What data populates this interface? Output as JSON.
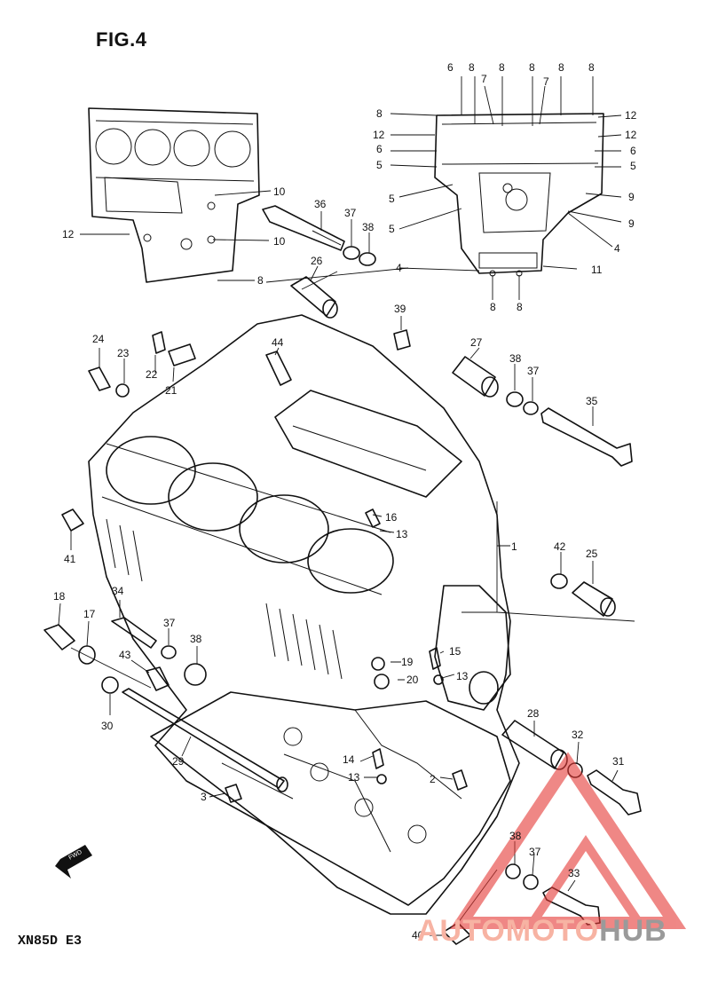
{
  "figure": {
    "title": "FIG.4",
    "model_code": "XN85D  E3",
    "fwd_label": "FWD"
  },
  "watermark": {
    "text_a": "AUTOMOTO",
    "text_b": "HUB",
    "color_a": "#f7b3a3",
    "color_b": "#9a9a9a",
    "logo_color": "#e53935"
  },
  "callouts": [
    {
      "id": "c1",
      "text": "1"
    },
    {
      "id": "c2",
      "text": "2"
    },
    {
      "id": "c3",
      "text": "3"
    },
    {
      "id": "c4a",
      "text": "4"
    },
    {
      "id": "c4b",
      "text": "4"
    },
    {
      "id": "c5a",
      "text": "5"
    },
    {
      "id": "c5b",
      "text": "5"
    },
    {
      "id": "c5c",
      "text": "5"
    },
    {
      "id": "c5d",
      "text": "5"
    },
    {
      "id": "c6a",
      "text": "6"
    },
    {
      "id": "c6b",
      "text": "6"
    },
    {
      "id": "c6c",
      "text": "6"
    },
    {
      "id": "c7a",
      "text": "7"
    },
    {
      "id": "c7b",
      "text": "7"
    },
    {
      "id": "c8a",
      "text": "8"
    },
    {
      "id": "c8b",
      "text": "8"
    },
    {
      "id": "c8c",
      "text": "8"
    },
    {
      "id": "c8d",
      "text": "8"
    },
    {
      "id": "c8e",
      "text": "8"
    },
    {
      "id": "c8f",
      "text": "8"
    },
    {
      "id": "c8g",
      "text": "8"
    },
    {
      "id": "c8h",
      "text": "8"
    },
    {
      "id": "c8i",
      "text": "8"
    },
    {
      "id": "c9a",
      "text": "9"
    },
    {
      "id": "c9b",
      "text": "9"
    },
    {
      "id": "c10a",
      "text": "10"
    },
    {
      "id": "c10b",
      "text": "10"
    },
    {
      "id": "c11",
      "text": "11"
    },
    {
      "id": "c12a",
      "text": "12"
    },
    {
      "id": "c12b",
      "text": "12"
    },
    {
      "id": "c12c",
      "text": "12"
    },
    {
      "id": "c12d",
      "text": "12"
    },
    {
      "id": "c13a",
      "text": "13"
    },
    {
      "id": "c13b",
      "text": "13"
    },
    {
      "id": "c13c",
      "text": "13"
    },
    {
      "id": "c14",
      "text": "14"
    },
    {
      "id": "c15",
      "text": "15"
    },
    {
      "id": "c16",
      "text": "16"
    },
    {
      "id": "c17",
      "text": "17"
    },
    {
      "id": "c18",
      "text": "18"
    },
    {
      "id": "c19",
      "text": "19"
    },
    {
      "id": "c20",
      "text": "20"
    },
    {
      "id": "c21",
      "text": "21"
    },
    {
      "id": "c22",
      "text": "22"
    },
    {
      "id": "c23",
      "text": "23"
    },
    {
      "id": "c24",
      "text": "24"
    },
    {
      "id": "c25",
      "text": "25"
    },
    {
      "id": "c26",
      "text": "26"
    },
    {
      "id": "c27",
      "text": "27"
    },
    {
      "id": "c28",
      "text": "28"
    },
    {
      "id": "c29",
      "text": "29"
    },
    {
      "id": "c30",
      "text": "30"
    },
    {
      "id": "c31",
      "text": "31"
    },
    {
      "id": "c32",
      "text": "32"
    },
    {
      "id": "c33",
      "text": "33"
    },
    {
      "id": "c34",
      "text": "34"
    },
    {
      "id": "c35",
      "text": "35"
    },
    {
      "id": "c36",
      "text": "36"
    },
    {
      "id": "c37a",
      "text": "37"
    },
    {
      "id": "c37b",
      "text": "37"
    },
    {
      "id": "c37c",
      "text": "37"
    },
    {
      "id": "c37d",
      "text": "37"
    },
    {
      "id": "c38a",
      "text": "38"
    },
    {
      "id": "c38b",
      "text": "38"
    },
    {
      "id": "c38c",
      "text": "38"
    },
    {
      "id": "c38d",
      "text": "38"
    },
    {
      "id": "c39",
      "text": "39"
    },
    {
      "id": "c40",
      "text": "40"
    },
    {
      "id": "c41",
      "text": "41"
    },
    {
      "id": "c42",
      "text": "42"
    },
    {
      "id": "c43",
      "text": "43"
    },
    {
      "id": "c44",
      "text": "44"
    }
  ]
}
